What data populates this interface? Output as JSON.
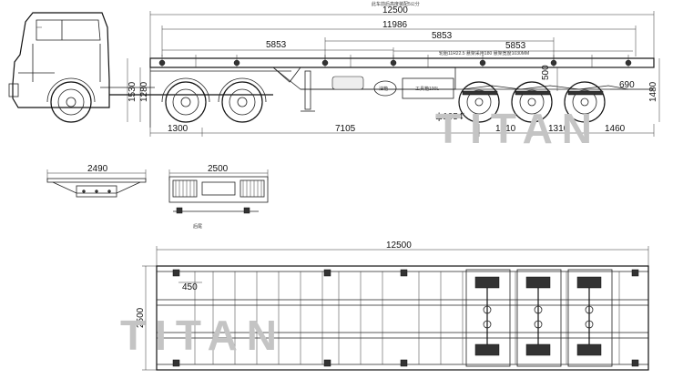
{
  "title_note": "此车前后高度装配5公分",
  "watermark": "TITAN",
  "side_view": {
    "overall_length": "12500",
    "frame_length": "11986",
    "deck_spacing_1": "5853",
    "deck_spacing_2": "5853",
    "deck_spacing_3": "5853",
    "kingpin_height": "1530",
    "deck_height": "1280",
    "front_overhang": "1300",
    "kingpin_to_axle": "7105",
    "axle_spacing_1": "1310",
    "axle_spacing_2": "1310",
    "rear_overhang": "1460",
    "rear_height": "1480",
    "rear_lower": "690",
    "suspension_height": "500",
    "wheel_diameter": "ф1054",
    "tire_note": "轮胎11R22.5  悬架采用180  悬架宽度1030MM",
    "tank_label": "油箱",
    "box_label": "工具箱100L"
  },
  "front_view": {
    "width": "2490"
  },
  "rear_view": {
    "width": "2500",
    "label": "后尾"
  },
  "plan_view": {
    "length": "12500",
    "width": "2500",
    "edge_offset": "450"
  },
  "colors": {
    "line": "#222222",
    "watermark": "#c4c4c4"
  }
}
